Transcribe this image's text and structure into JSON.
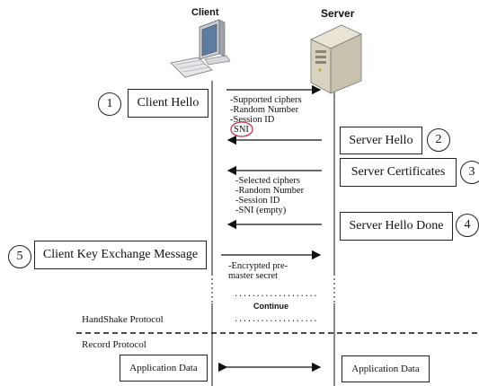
{
  "client_label": "Client",
  "server_label": "Server",
  "steps": [
    {
      "num": "1",
      "label": "Client Hello"
    },
    {
      "num": "2",
      "label": "Server Hello"
    },
    {
      "num": "3",
      "label": "Server Certificates"
    },
    {
      "num": "4",
      "label": "Server Hello Done"
    },
    {
      "num": "5",
      "label": "Client Key Exchange Message"
    }
  ],
  "client_hello_notes": [
    "-Supported ciphers",
    "-Random Number",
    "-Session ID",
    "SNI"
  ],
  "server_hello_notes": [
    "-Selected ciphers",
    "-Random Number",
    "-Session ID",
    "-SNI (empty)"
  ],
  "key_exchange_notes": [
    "-Encrypted pre-",
    "master secret"
  ],
  "dots_text": "...................",
  "continue_label": "Continue",
  "handshake_label": "HandShake Protocol",
  "record_label": "Record Protocol",
  "app_data_client": "Application Data",
  "app_data_server": "Application Data",
  "colors": {
    "sni_circle": "#d0304a",
    "line": "#111111"
  }
}
